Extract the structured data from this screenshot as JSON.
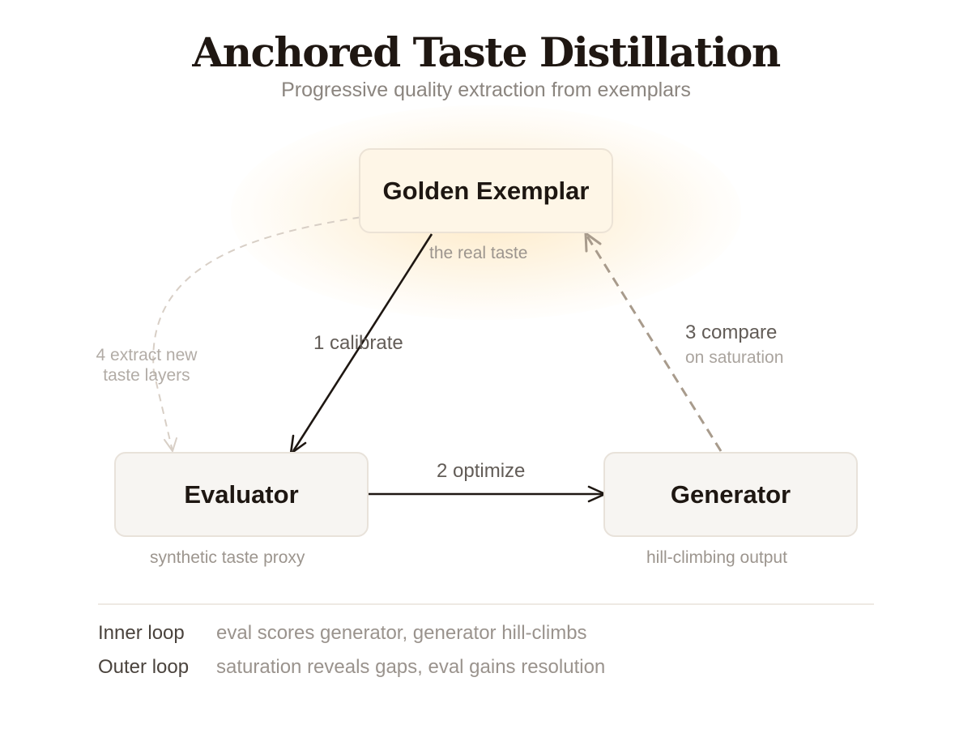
{
  "title": "Anchored Taste Distillation",
  "subtitle": "Progressive quality extraction from exemplars",
  "nodes": {
    "golden": {
      "label": "Golden Exemplar",
      "caption": "the real taste"
    },
    "evaluator": {
      "label": "Evaluator",
      "caption": "synthetic taste proxy"
    },
    "generator": {
      "label": "Generator",
      "caption": "hill-climbing output"
    }
  },
  "edges": {
    "calibrate": {
      "label": "1 calibrate"
    },
    "optimize": {
      "label": "2 optimize"
    },
    "compare": {
      "label": "3 compare",
      "sublabel": "on saturation"
    },
    "extract": {
      "line1": "4 extract new",
      "line2": "taste layers"
    }
  },
  "legend": [
    {
      "key": "Inner loop",
      "value": "eval scores generator, generator hill-climbs"
    },
    {
      "key": "Outer loop",
      "value": "saturation reveals gaps, eval gains resolution"
    }
  ],
  "colors": {
    "ink": "#1e1712",
    "dashed_brown": "#a89b8c",
    "dashed_light": "#d8cfc6",
    "golden_fill": "#fef6e7",
    "node_fill": "#f7f5f2"
  }
}
